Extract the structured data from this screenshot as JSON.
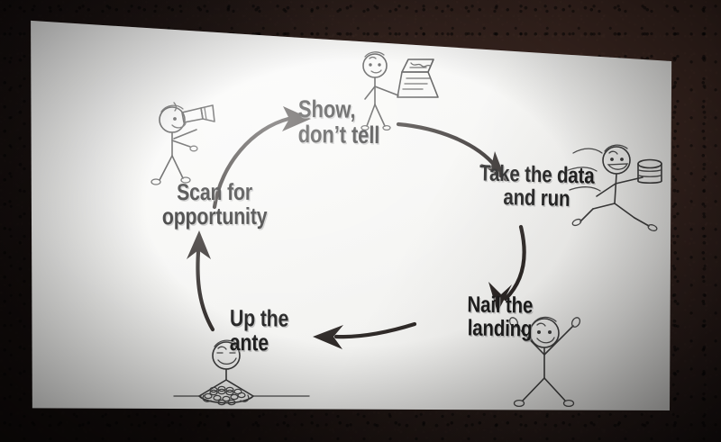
{
  "scene": {
    "title": "Data storytelling cycle diagram on a projection screen",
    "background_color": "#241a18",
    "screen_color": "#faf9f7",
    "ink_color": "#3b3b3b",
    "text_color": "#1b1b1b",
    "arrow_color": "#2a2523"
  },
  "diagram": {
    "type": "cycle",
    "direction": "clockwise",
    "step_count": 5,
    "steps": [
      {
        "id": "show-dont-tell",
        "label": "Show,\ndon’t tell",
        "position": "top-center",
        "icon": "stick-figure-presenting-chart-icon",
        "icon_description": "stick figure holding up a laptop showing a line chart"
      },
      {
        "id": "take-the-data-and-run",
        "label": "Take the data\nand run",
        "position": "right",
        "icon": "stick-figure-running-with-data-icon",
        "icon_description": "stick figure running with motion lines carrying a stack of data"
      },
      {
        "id": "nail-the-landing",
        "label": "Nail the\nlanding",
        "position": "bottom-right",
        "icon": "stick-figure-celebrating-icon",
        "icon_description": "stick figure with both arms raised in celebration"
      },
      {
        "id": "up-the-ante",
        "label": "Up the\nante",
        "position": "bottom-left",
        "icon": "stick-figure-poker-chips-icon",
        "icon_description": "stick figure at a table with a pile of poker chips"
      },
      {
        "id": "scan-for-opportunity",
        "label": "Scan for\nopportunity",
        "position": "left",
        "icon": "stick-figure-telescope-icon",
        "icon_description": "stick figure looking through a telescope"
      }
    ],
    "arrows": [
      {
        "id": "arrow-scan-to-show",
        "from": "scan-for-opportunity",
        "to": "show-dont-tell",
        "shape": "curve-up-right"
      },
      {
        "id": "arrow-show-to-take",
        "from": "show-dont-tell",
        "to": "take-the-data-and-run",
        "shape": "curve-right-down"
      },
      {
        "id": "arrow-take-to-nail",
        "from": "take-the-data-and-run",
        "to": "nail-the-landing",
        "shape": "curve-down"
      },
      {
        "id": "arrow-nail-to-up",
        "from": "nail-the-landing",
        "to": "up-the-ante",
        "shape": "curve-left"
      },
      {
        "id": "arrow-up-to-scan",
        "from": "up-the-ante",
        "to": "scan-for-opportunity",
        "shape": "curve-up"
      }
    ]
  }
}
